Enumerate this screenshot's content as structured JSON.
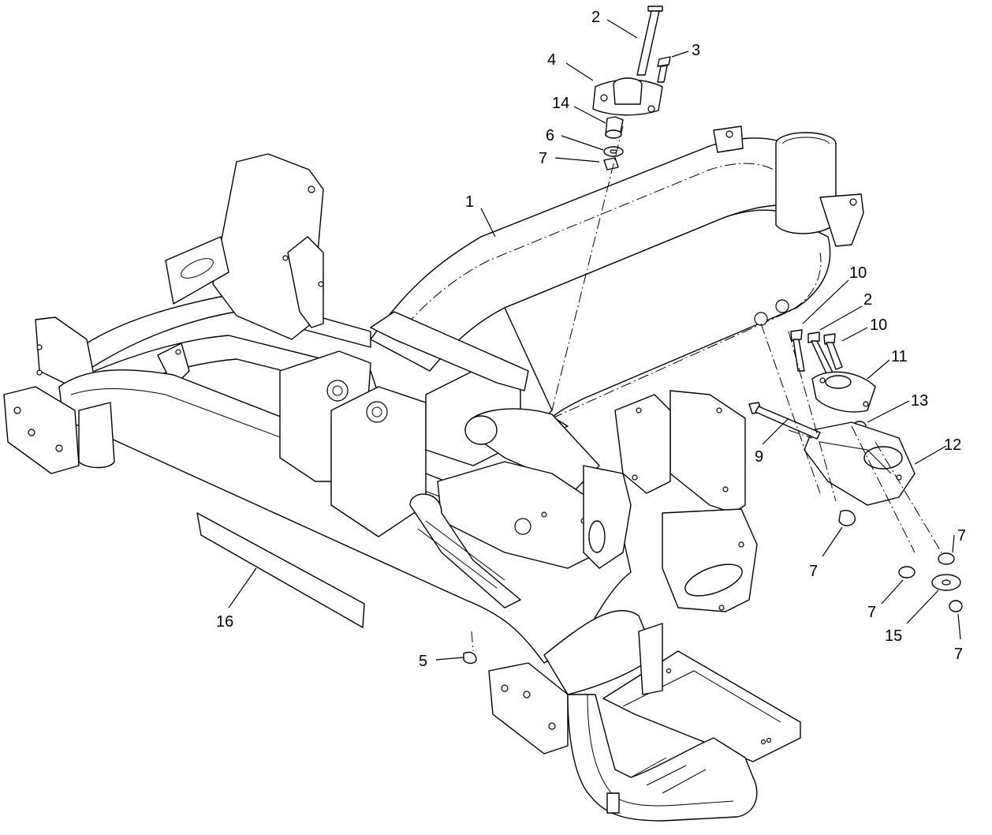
{
  "callouts": [
    {
      "id": "c1",
      "label": "1"
    },
    {
      "id": "c2a",
      "label": "2"
    },
    {
      "id": "c3",
      "label": "3"
    },
    {
      "id": "c4",
      "label": "4"
    },
    {
      "id": "c14",
      "label": "14"
    },
    {
      "id": "c6",
      "label": "6"
    },
    {
      "id": "c7a",
      "label": "7"
    },
    {
      "id": "c10a",
      "label": "10"
    },
    {
      "id": "c2b",
      "label": "2"
    },
    {
      "id": "c10b",
      "label": "10"
    },
    {
      "id": "c11",
      "label": "11"
    },
    {
      "id": "c13",
      "label": "13"
    },
    {
      "id": "c9",
      "label": "9"
    },
    {
      "id": "c12",
      "label": "12"
    },
    {
      "id": "c7b",
      "label": "7"
    },
    {
      "id": "c7c",
      "label": "7"
    },
    {
      "id": "c7d",
      "label": "7"
    },
    {
      "id": "c15",
      "label": "15"
    },
    {
      "id": "c7e",
      "label": "7"
    },
    {
      "id": "c16",
      "label": "16"
    },
    {
      "id": "c5",
      "label": "5"
    }
  ]
}
